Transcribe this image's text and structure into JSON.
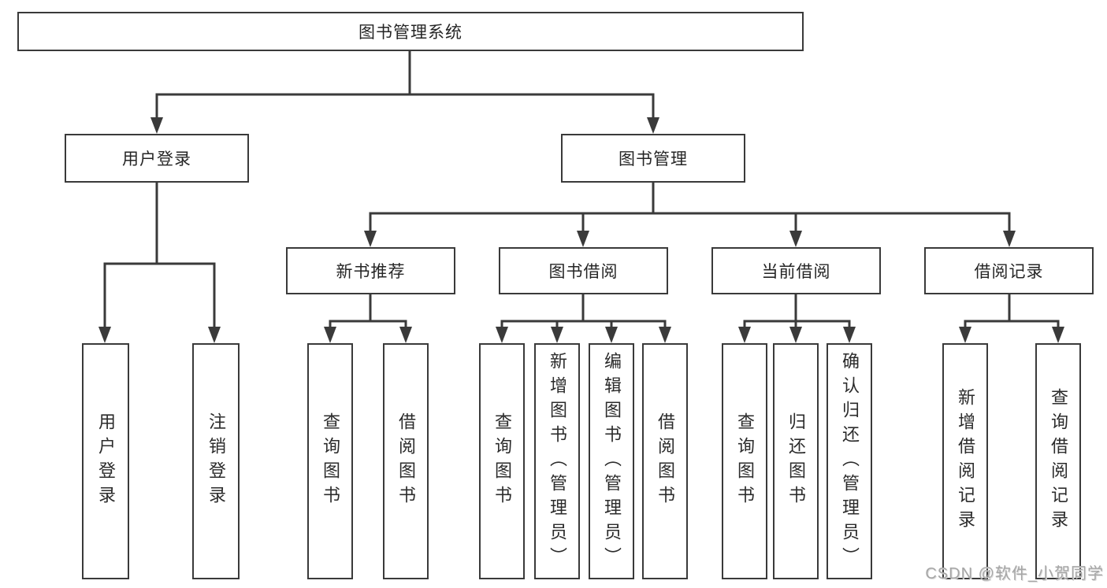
{
  "tree": {
    "root": {
      "label": "图书管理系统"
    },
    "branches": [
      {
        "label": "用户登录",
        "children": [
          "用户登录",
          "注销登录"
        ]
      },
      {
        "label": "图书管理",
        "groups": [
          {
            "label": "新书推荐",
            "children": [
              "查询图书",
              "借阅图书"
            ]
          },
          {
            "label": "图书借阅",
            "children": [
              "查询图书",
              "新增图书（管理员）",
              "编辑图书（管理员）",
              "借阅图书"
            ]
          },
          {
            "label": "当前借阅",
            "children": [
              "查询图书",
              "归还图书",
              "确认归还（管理员）"
            ]
          },
          {
            "label": "借阅记录",
            "children": [
              "新增借阅记录",
              "查询借阅记录"
            ]
          }
        ]
      }
    ]
  },
  "colors": {
    "line": "#3a3a3a",
    "box_border": "#3a3a3a",
    "text": "#252525",
    "watermark": "#a6a6a6"
  },
  "watermark": "CSDN @软件_小贺同学"
}
